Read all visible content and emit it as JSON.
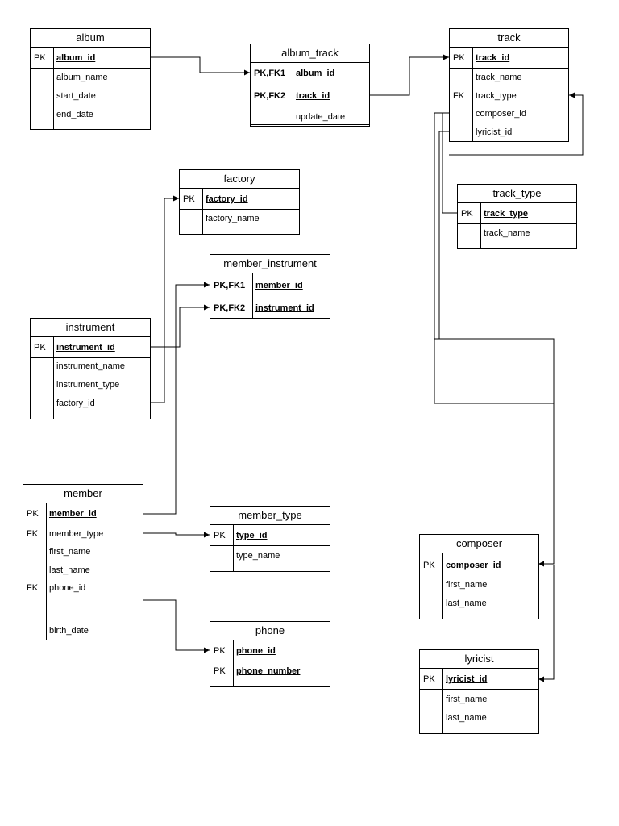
{
  "tables": [
    {
      "id": "album",
      "title": "album",
      "sections": [
        {
          "rows": [
            {
              "key": "PK",
              "field": "album_id",
              "pk": true
            }
          ]
        },
        {
          "rows": [
            {
              "key": "",
              "field": "album_name"
            },
            {
              "key": "",
              "field": "start_date"
            },
            {
              "key": "",
              "field": "end_date"
            }
          ]
        }
      ]
    },
    {
      "id": "album_track",
      "title": "album_track",
      "sections": [
        {
          "rows": [
            {
              "key": "PK,FK1",
              "field": "album_id",
              "pk": true
            },
            {
              "key": "PK,FK2",
              "field": "track_id",
              "pk": true
            }
          ]
        },
        {
          "rows": [
            {
              "key": "",
              "field": "update_date"
            }
          ]
        }
      ]
    },
    {
      "id": "track",
      "title": "track",
      "sections": [
        {
          "rows": [
            {
              "key": "PK",
              "field": "track_id",
              "pk": true
            }
          ]
        },
        {
          "rows": [
            {
              "key": "",
              "field": "track_name"
            },
            {
              "key": "FK",
              "field": "track_type"
            },
            {
              "key": "",
              "field": "composer_id"
            },
            {
              "key": "",
              "field": "lyricist_id"
            }
          ]
        }
      ]
    },
    {
      "id": "factory",
      "title": "factory",
      "sections": [
        {
          "rows": [
            {
              "key": "PK",
              "field": "factory_id",
              "pk": true
            }
          ]
        },
        {
          "rows": [
            {
              "key": "",
              "field": "factory_name"
            }
          ]
        }
      ]
    },
    {
      "id": "track_type",
      "title": "track_type",
      "sections": [
        {
          "rows": [
            {
              "key": "PK",
              "field": "track_type",
              "pk": true
            }
          ]
        },
        {
          "rows": [
            {
              "key": "",
              "field": "track_name"
            }
          ]
        }
      ]
    },
    {
      "id": "member_instrument",
      "title": "member_instrument",
      "sections": [
        {
          "rows": [
            {
              "key": "PK,FK1",
              "field": "member_id",
              "pk": true
            },
            {
              "key": "PK,FK2",
              "field": "instrument_id",
              "pk": true
            }
          ]
        }
      ]
    },
    {
      "id": "instrument",
      "title": "instrument",
      "sections": [
        {
          "rows": [
            {
              "key": "PK",
              "field": "instrument_id",
              "pk": true
            }
          ]
        },
        {
          "rows": [
            {
              "key": "",
              "field": "instrument_name"
            },
            {
              "key": "",
              "field": "instrument_type"
            },
            {
              "key": "",
              "field": "factory_id"
            }
          ]
        }
      ]
    },
    {
      "id": "member",
      "title": "member",
      "sections": [
        {
          "rows": [
            {
              "key": "PK",
              "field": "member_id",
              "pk": true
            }
          ]
        },
        {
          "rows": [
            {
              "key": "FK",
              "field": "member_type"
            },
            {
              "key": "",
              "field": "first_name"
            },
            {
              "key": "",
              "field": "last_name"
            },
            {
              "key": "FK",
              "field": "phone_id"
            },
            {
              "key": "",
              "field": "birth_date"
            }
          ]
        }
      ]
    },
    {
      "id": "member_type",
      "title": "member_type",
      "sections": [
        {
          "rows": [
            {
              "key": "PK",
              "field": "type_id",
              "pk": true
            }
          ]
        },
        {
          "rows": [
            {
              "key": "",
              "field": "type_name"
            }
          ]
        }
      ]
    },
    {
      "id": "phone",
      "title": "phone",
      "sections": [
        {
          "rows": [
            {
              "key": "PK",
              "field": "phone_id",
              "pk": true
            }
          ]
        },
        {
          "rows": [
            {
              "key": "PK",
              "field": "phone_number",
              "pk": true
            }
          ]
        }
      ]
    },
    {
      "id": "composer",
      "title": "composer",
      "sections": [
        {
          "rows": [
            {
              "key": "PK",
              "field": "composer_id",
              "pk": true
            }
          ]
        },
        {
          "rows": [
            {
              "key": "",
              "field": "first_name"
            },
            {
              "key": "",
              "field": "last_name"
            }
          ]
        }
      ]
    },
    {
      "id": "lyricist",
      "title": "lyricist",
      "sections": [
        {
          "rows": [
            {
              "key": "PK",
              "field": "lyricist_id",
              "pk": true
            }
          ]
        },
        {
          "rows": [
            {
              "key": "",
              "field": "first_name"
            },
            {
              "key": "",
              "field": "last_name"
            }
          ]
        }
      ]
    }
  ],
  "relationships": [
    {
      "from": "album.album_id",
      "to": "album_track.album_id"
    },
    {
      "from": "album_track.track_id",
      "to": "track.track_id"
    },
    {
      "from": "track.track_type",
      "to": "track_type.track_type"
    },
    {
      "from": "instrument.factory_id",
      "to": "factory.factory_id"
    },
    {
      "from": "instrument.instrument_id",
      "to": "member_instrument.instrument_id"
    },
    {
      "from": "member.member_id",
      "to": "member_instrument.member_id"
    },
    {
      "from": "member.member_type",
      "to": "member_type.type_id"
    },
    {
      "from": "member.phone_id",
      "to": "phone.phone_id"
    },
    {
      "from": "track.composer_id",
      "to": "composer.composer_id"
    },
    {
      "from": "track.lyricist_id",
      "to": "lyricist.lyricist_id"
    }
  ]
}
